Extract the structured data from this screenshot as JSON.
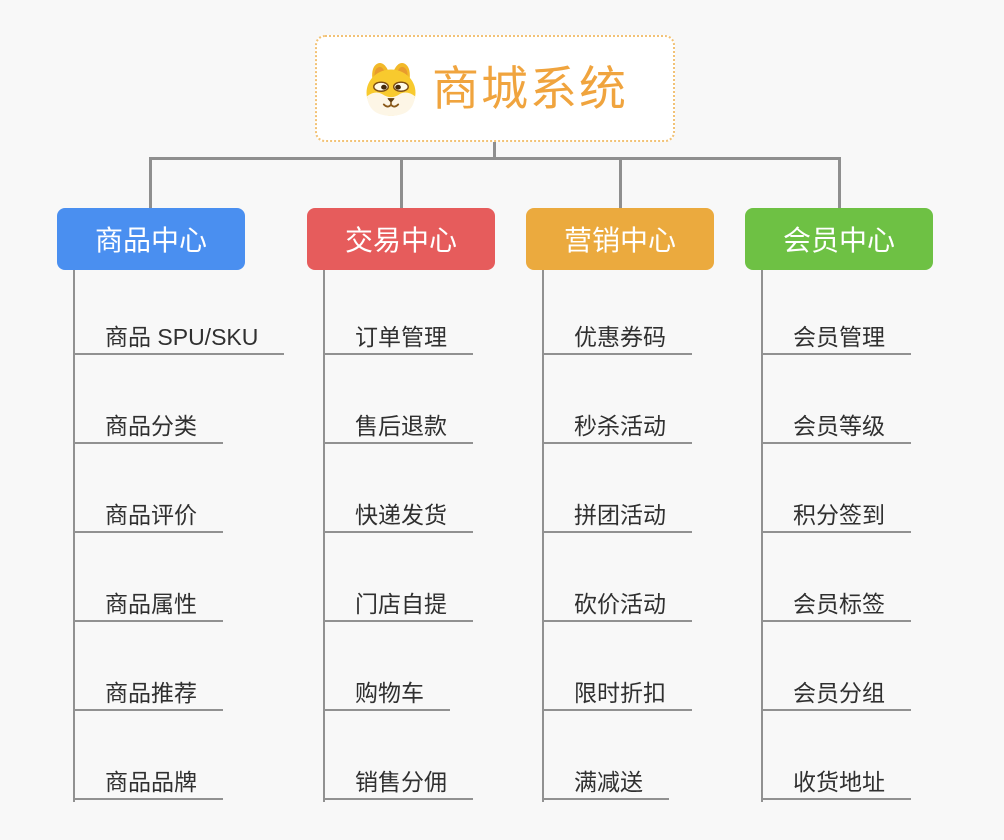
{
  "root": {
    "title": "商城系统",
    "icon": "shiba-dog-face-icon",
    "title_color": "#f0a43e",
    "border_color": "#f2c276"
  },
  "branches": [
    {
      "id": "product-center",
      "label": "商品中心",
      "color": "#4a8ff0",
      "items": [
        "商品 SPU/SKU",
        "商品分类",
        "商品评价",
        "商品属性",
        "商品推荐",
        "商品品牌"
      ]
    },
    {
      "id": "trade-center",
      "label": "交易中心",
      "color": "#e65c5c",
      "items": [
        "订单管理",
        "售后退款",
        "快递发货",
        "门店自提",
        "购物车",
        "销售分佣"
      ]
    },
    {
      "id": "marketing-center",
      "label": "营销中心",
      "color": "#ebaa3e",
      "items": [
        "优惠券码",
        "秒杀活动",
        "拼团活动",
        "砍价活动",
        "限时折扣",
        "满减送"
      ]
    },
    {
      "id": "member-center",
      "label": "会员中心",
      "color": "#6ec144",
      "items": [
        "会员管理",
        "会员等级",
        "积分签到",
        "会员标签",
        "会员分组",
        "收货地址"
      ]
    }
  ],
  "connector_color": "#8f8f8f"
}
